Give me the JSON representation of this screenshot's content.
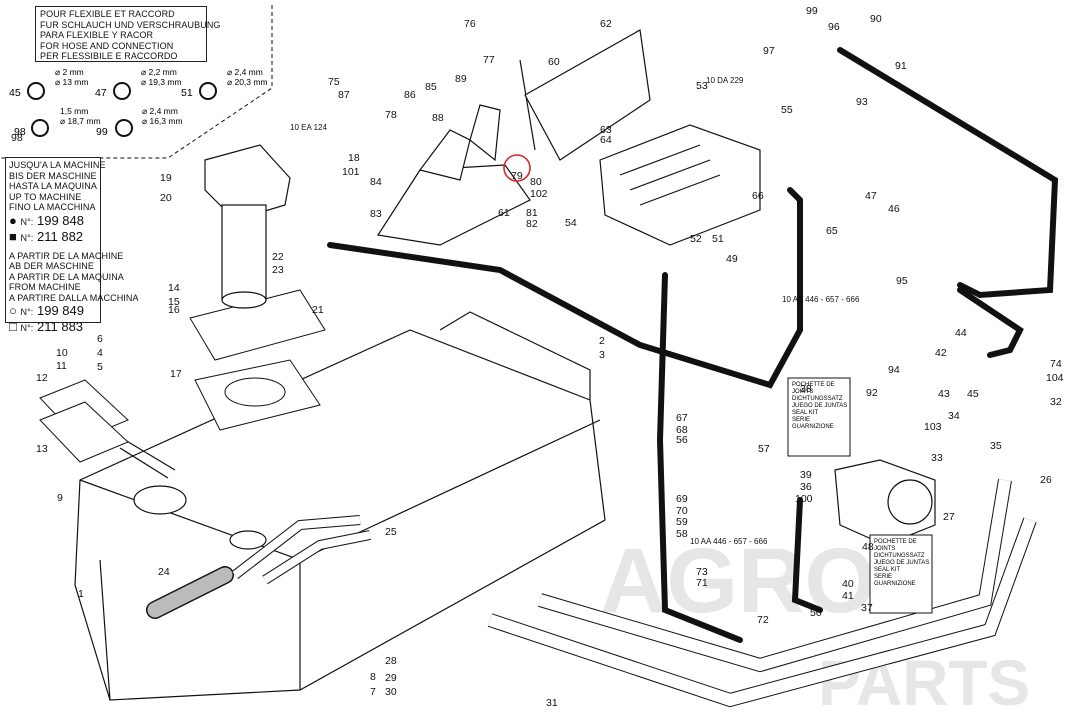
{
  "top_legend": {
    "lines": [
      "POUR FLEXIBLE ET RACCORD",
      "FUR SCHLAUCH UND VERSCHRAUBUNG",
      "PARA FLEXIBLE Y RACOR",
      "FOR HOSE AND CONNECTION",
      "PER FLESSIBILE E RACCORDO"
    ],
    "seals": [
      {
        "ref": "45",
        "d1": "⌀ 2 mm",
        "d2": "⌀ 13 mm"
      },
      {
        "ref": "47",
        "d1": "⌀ 2,2 mm",
        "d2": "⌀ 19,3 mm"
      },
      {
        "ref": "51",
        "d1": "⌀ 2,4 mm",
        "d2": "⌀ 20,3 mm"
      },
      {
        "ref": "98",
        "d1": "1,5 mm",
        "d2": "⌀ 18,7 mm"
      },
      {
        "ref": "99",
        "d1": "⌀ 2,4 mm",
        "d2": "⌀ 16,3 mm"
      }
    ]
  },
  "serial_legend": {
    "upto_lines": [
      "JUSQU'A LA MACHINE",
      "BIS DER MASCHINE",
      "HASTA LA MAQUINA",
      "UP TO MACHINE",
      "FINO LA MACCHINA"
    ],
    "upto_serials": [
      "199 848",
      "211 882"
    ],
    "from_lines": [
      "A PARTIR DE LA MACHINE",
      "AB DER MASCHINE",
      "A PARTIR DE LA MAQUINA",
      "FROM MACHINE",
      "A PARTIRE DALLA MACCHINA"
    ],
    "from_serials": [
      "199 849",
      "211 883"
    ],
    "no_prefix": "N°:"
  },
  "joint_series_label": [
    "POCHETTE DE JOINTS",
    "DICHTUNGSSATZ",
    "JUEGO DE JUNTAS",
    "SEAL KIT",
    "SERIE GUARNIZIONE"
  ],
  "refs": {
    "ea124": "10 EA 124",
    "da229": "10 DA 229",
    "aa446": "10 AA 446 - 657 - 666"
  },
  "highlighted_part": "79",
  "watermark": {
    "line1": "AGRO",
    "line2": "PARTS"
  },
  "colors": {
    "line": "#111111",
    "highlight": "#d9262c",
    "watermark": "#e6e6e6"
  },
  "callouts": [
    "1",
    "2",
    "3",
    "4",
    "5",
    "6",
    "7",
    "8",
    "9",
    "10",
    "11",
    "12",
    "13",
    "14",
    "15",
    "16",
    "17",
    "18",
    "19",
    "20",
    "21",
    "22",
    "23",
    "24",
    "25",
    "26",
    "27",
    "28",
    "29",
    "30",
    "31",
    "32",
    "33",
    "34",
    "35",
    "36",
    "37",
    "38",
    "39",
    "40",
    "41",
    "42",
    "43",
    "44",
    "45",
    "46",
    "47",
    "48",
    "49",
    "50",
    "51",
    "52",
    "53",
    "54",
    "55",
    "56",
    "57",
    "58",
    "59",
    "60",
    "61",
    "62",
    "63",
    "64",
    "65",
    "66",
    "67",
    "68",
    "69",
    "70",
    "71",
    "72",
    "73",
    "74",
    "75",
    "76",
    "77",
    "78",
    "79",
    "80",
    "81",
    "82",
    "83",
    "84",
    "85",
    "86",
    "87",
    "88",
    "89",
    "90",
    "91",
    "92",
    "93",
    "94",
    "95",
    "96",
    "97",
    "98",
    "99",
    "100",
    "101",
    "102",
    "103",
    "104"
  ]
}
